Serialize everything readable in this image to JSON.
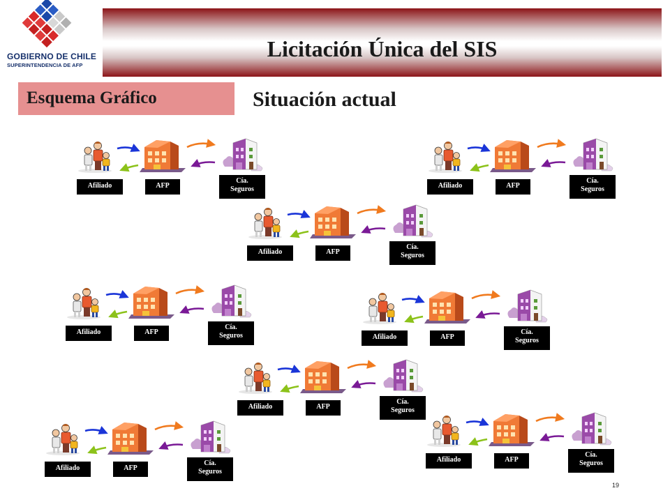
{
  "logo": {
    "line1": "GOBIERNO DE CHILE",
    "line2": "SUPERINTENDENCIA DE AFP"
  },
  "header": {
    "title": "Licitación Única del SIS"
  },
  "section": {
    "label": "Esquema Gráfico"
  },
  "subtitle": "Situación actual",
  "diagram": {
    "entities": [
      "Afiliado",
      "AFP",
      "Cía.",
      "Seguros"
    ],
    "arrows": {
      "afiliado_to_afp": "#1a35d8",
      "afp_to_afiliado": "#8cc21a",
      "afp_to_cia": "#f07a1e",
      "cia_to_afp": "#7a1a96"
    }
  },
  "footer": {
    "page": "19"
  }
}
